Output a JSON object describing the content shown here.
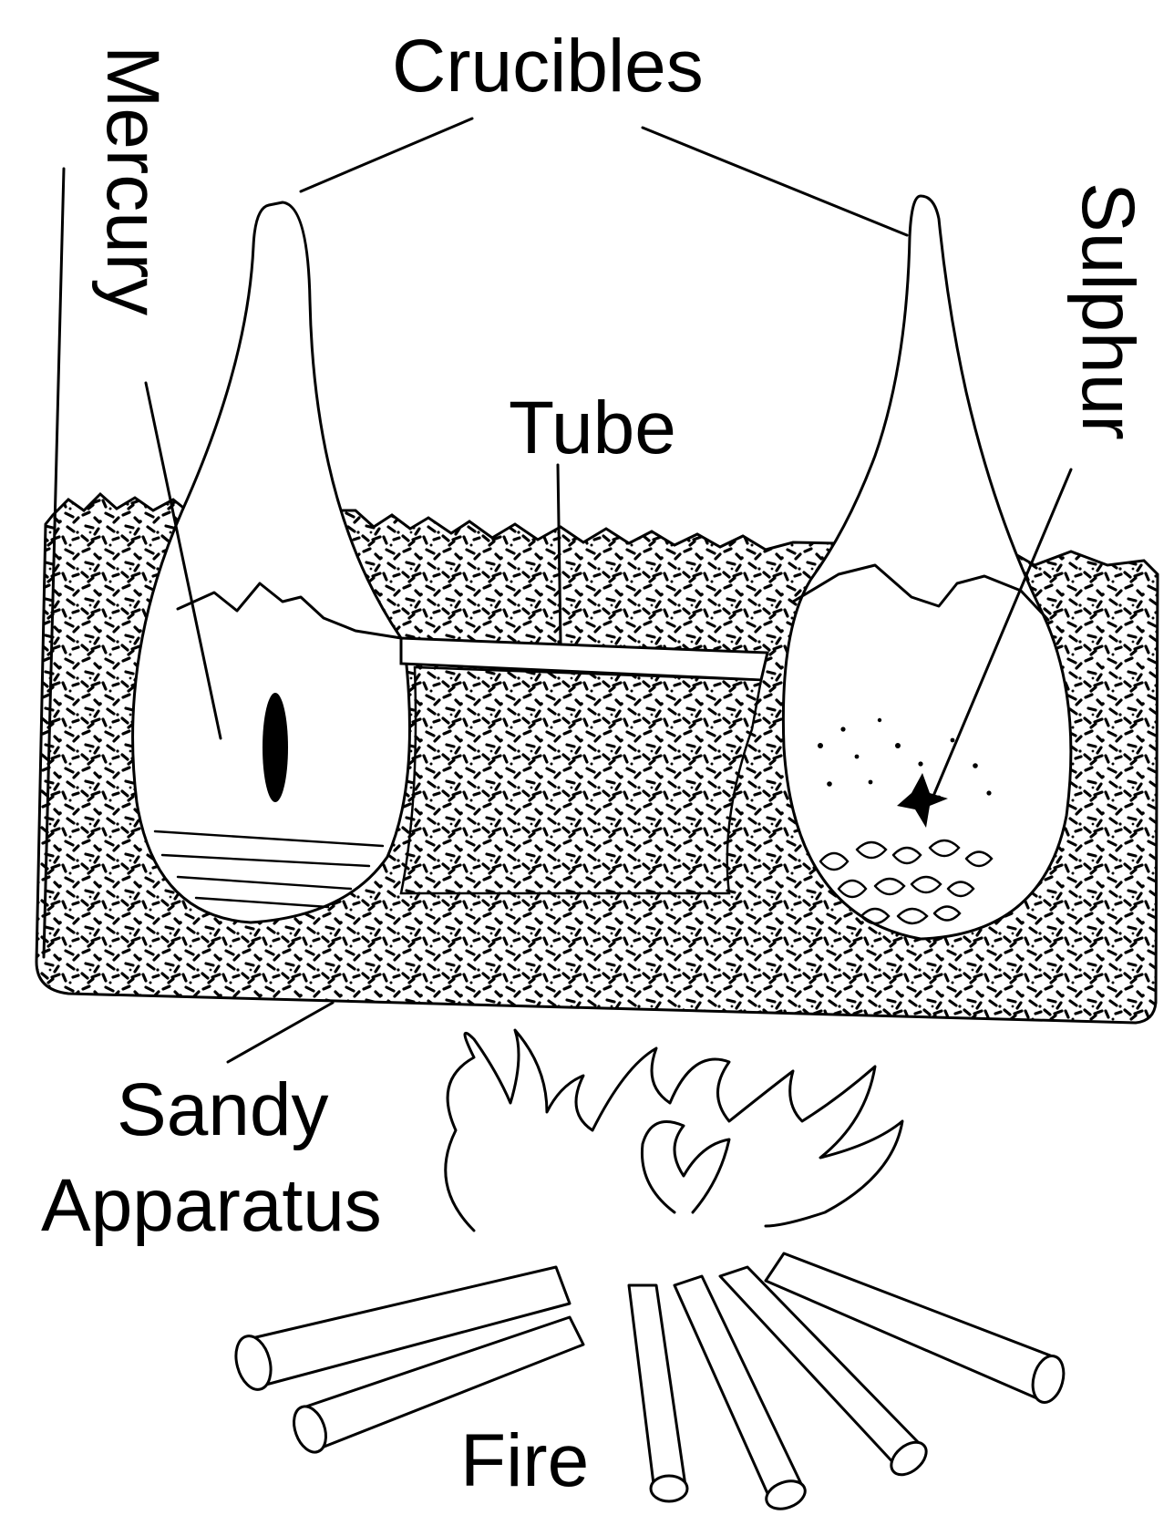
{
  "labels": {
    "crucibles": "Crucibles",
    "mercury": "Mercury",
    "sulphur": "Sulphur",
    "tube": "Tube",
    "sandy": "Sandy",
    "apparatus": "Apparatus",
    "fire": "Fire"
  },
  "colors": {
    "ink": "#000000",
    "paper": "#ffffff"
  }
}
